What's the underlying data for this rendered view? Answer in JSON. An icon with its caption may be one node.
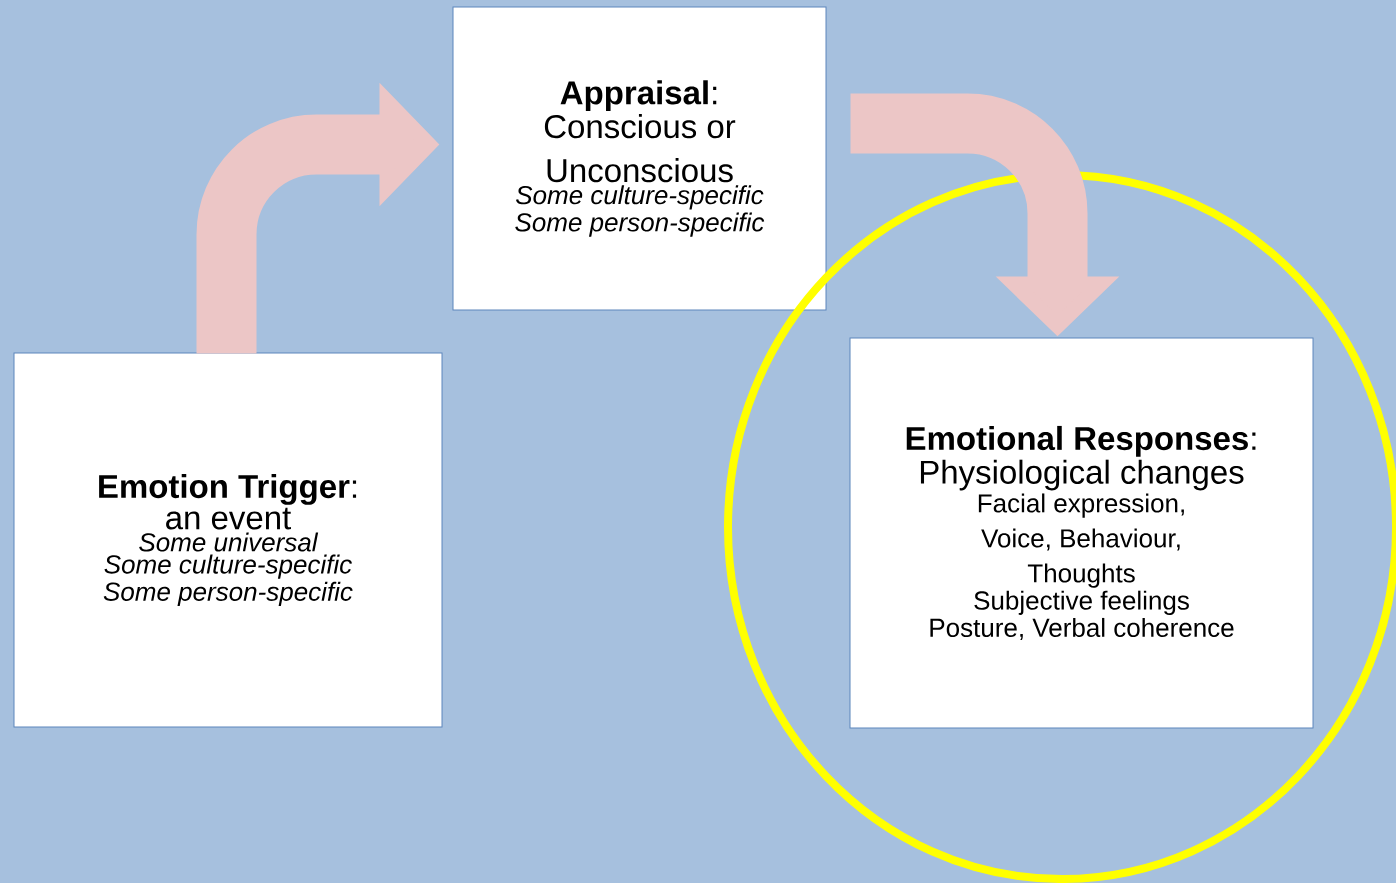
{
  "diagram": {
    "nodes": [
      {
        "text": [
          "**Emotion Trigger**:",
          "an event",
          "Some universal",
          "Some culture-specific",
          "Some person-specific"
        ]
      },
      {
        "text": [
          "**Appraisal**:",
          "Conscious or Unconscious",
          "Some culture-specific",
          "Some person-specific"
        ]
      },
      {
        "text": [],
        "shape": "circle"
      },
      {
        "text": [
          "**Emotional Responses**:",
          "Physiological changes",
          "Facial expression, Voice, Behaviour, Thoughts",
          "Subjective feelings",
          "Posture, Verbal coherence"
        ],
        "in": 2
      }
    ],
    "edges": [
      {
        "from": 0,
        "to": 1,
        "arrow": "to"
      },
      {
        "from": 1,
        "to": 3,
        "arrow": "to"
      }
    ]
  }
}
